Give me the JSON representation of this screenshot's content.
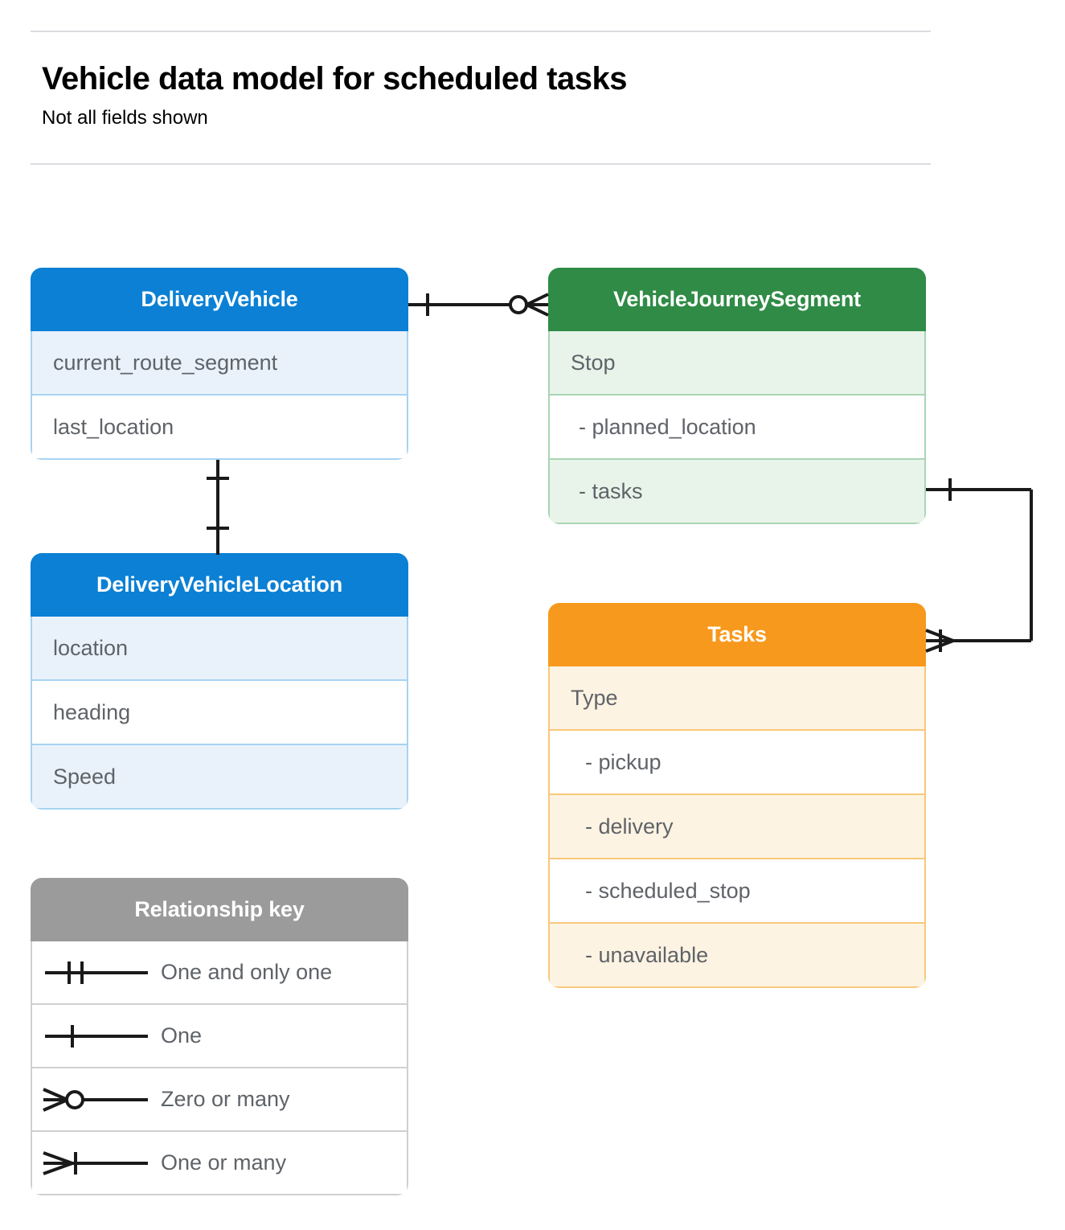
{
  "header": {
    "title": "Vehicle data model for scheduled tasks",
    "subtitle": "Not all fields shown"
  },
  "colors": {
    "blue_header": "#0b80d4",
    "blue_row": "#e9f2fb",
    "blue_border": "#a6d3f2",
    "green_header": "#2f8b45",
    "green_row": "#e8f4ea",
    "green_border": "#a8d5b4",
    "orange_header": "#f7991c",
    "orange_row": "#fdf3e2",
    "orange_border": "#f8c87a",
    "gray_header": "#9b9b9b",
    "gray_row": "#e9e9e9",
    "text_gray": "#5f6368",
    "rule_gray": "#dadce0",
    "connector": "#1a1a1a"
  },
  "entities": [
    {
      "id": "deliveryvehicle",
      "name": "DeliveryVehicle",
      "theme": "blue",
      "fields": [
        {
          "label": "current_route_segment",
          "indent": 0
        },
        {
          "label": "last_location",
          "indent": 0
        }
      ]
    },
    {
      "id": "deliveryvehiclelocation",
      "name": "DeliveryVehicleLocation",
      "theme": "blue",
      "fields": [
        {
          "label": "location",
          "indent": 0
        },
        {
          "label": "heading",
          "indent": 0
        },
        {
          "label": "Speed",
          "indent": 0
        }
      ]
    },
    {
      "id": "vehiclejourneysegment",
      "name": "VehicleJourneySegment",
      "theme": "green",
      "fields": [
        {
          "label": "Stop",
          "indent": 0
        },
        {
          "label": "-  planned_location",
          "indent": 1
        },
        {
          "label": "- tasks",
          "indent": 1
        }
      ]
    },
    {
      "id": "tasks",
      "name": "Tasks",
      "theme": "orange",
      "fields": [
        {
          "label": "Type",
          "indent": 0
        },
        {
          "label": "-  pickup",
          "indent": 2
        },
        {
          "label": "-  delivery",
          "indent": 2
        },
        {
          "label": "-  scheduled_stop",
          "indent": 2
        },
        {
          "label": "-  unavailable",
          "indent": 2
        }
      ]
    }
  ],
  "legend": {
    "title": "Relationship key",
    "rows": [
      {
        "symbol": "one-and-only-one",
        "label": "One and only one"
      },
      {
        "symbol": "one",
        "label": "One"
      },
      {
        "symbol": "zero-or-many",
        "label": "Zero or many"
      },
      {
        "symbol": "one-or-many",
        "label": "One or many"
      }
    ]
  },
  "relationships": [
    {
      "id": "vehicle-to-journeysegment",
      "from": "DeliveryVehicle",
      "to": "VehicleJourneySegment",
      "from_cardinality": "One",
      "to_cardinality": "Zero or many"
    },
    {
      "id": "vehicle-to-location",
      "from": "DeliveryVehicle",
      "to": "DeliveryVehicleLocation",
      "from_cardinality": "One",
      "to_cardinality": "One"
    },
    {
      "id": "journeysegment-tasks-to-tasks",
      "from": "VehicleJourneySegment.tasks",
      "to": "Tasks",
      "from_cardinality": "One",
      "to_cardinality": "One or many"
    }
  ]
}
